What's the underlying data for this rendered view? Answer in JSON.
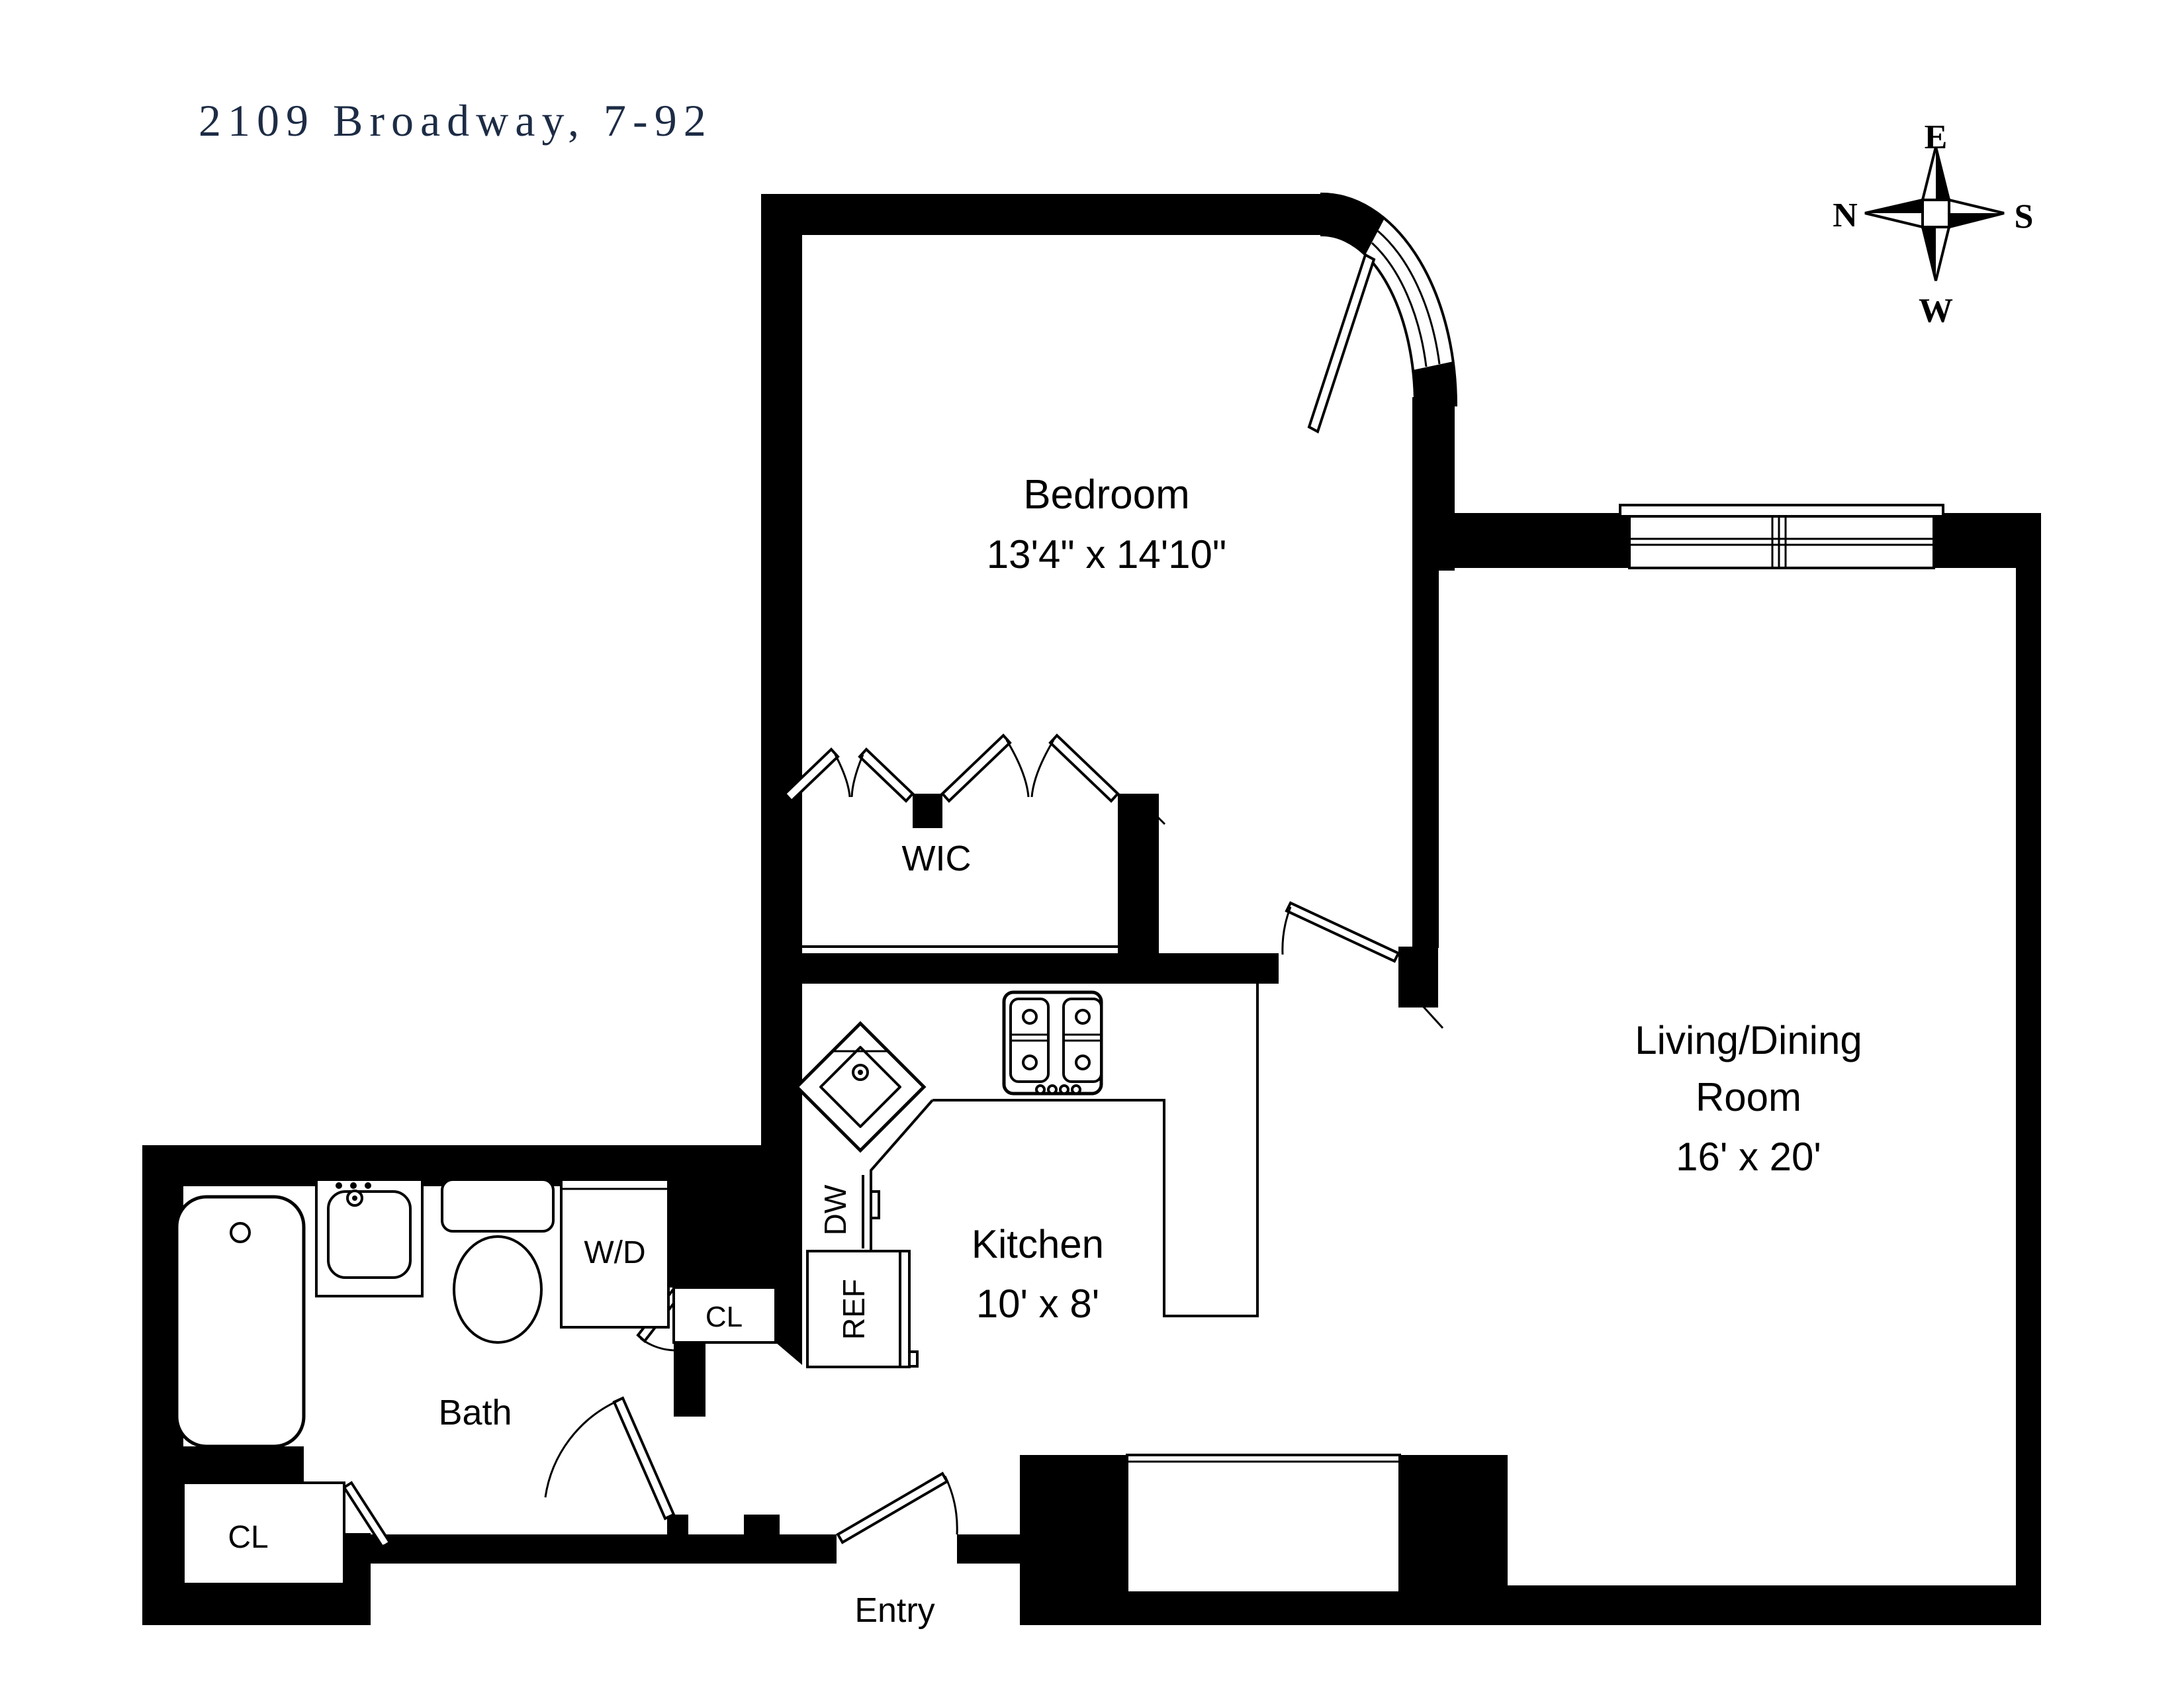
{
  "header": {
    "title": "2109 Broadway, 7-92"
  },
  "compass": {
    "top": "E",
    "left": "N",
    "right": "S",
    "bottom": "W"
  },
  "rooms": {
    "bedroom": {
      "label": "Bedroom",
      "dims": "13'4\" x 14'10\""
    },
    "wic": {
      "label": "WIC"
    },
    "living": {
      "label_line1": "Living/Dining",
      "label_line2": "Room",
      "dims": "16' x 20'"
    },
    "kitchen": {
      "label": "Kitchen",
      "dims": "10' x 8'"
    },
    "bath": {
      "label": "Bath"
    },
    "entry": {
      "label": "Entry"
    },
    "closet_bath_left": {
      "label": "CL"
    },
    "closet_hall": {
      "label": "CL"
    }
  },
  "fixtures": {
    "washer_dryer": "W/D",
    "dishwasher": "DW",
    "refrigerator": "REF"
  },
  "colors": {
    "wall": "#000000",
    "label_text": "#000000",
    "title_text": "#1d2c45",
    "background": "#ffffff"
  }
}
